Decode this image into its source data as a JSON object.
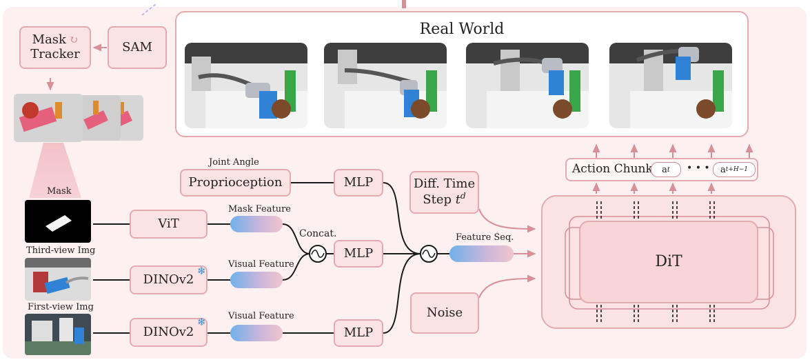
{
  "colors": {
    "panel": "#fdf0f0",
    "box_fill": "#fbe3e3",
    "box_border": "#e4aab0",
    "arrow": "#d98f97",
    "line": "#1a1a1a",
    "gradient_start": "#6fb1ea",
    "gradient_end": "#f2c4cc",
    "snowflake": "#3a8fd8"
  },
  "real_world": {
    "title": "Real World"
  },
  "sam": {
    "label": "SAM"
  },
  "mask_tracker": {
    "label_line1": "Mask",
    "label_line2": "Tracker",
    "icon": "refresh-icon"
  },
  "inputs": {
    "mask_label": "Mask",
    "third_view_label": "Third-view Img",
    "first_view_label": "First-view Img"
  },
  "encoders": {
    "vit": "ViT",
    "dino_top": "DINOv2",
    "dino_bottom": "DINOv2",
    "frozen_icon": "snowflake-icon"
  },
  "features": {
    "mask_feature": "Mask Feature",
    "visual_feature_top": "Visual Feature",
    "visual_feature_bottom": "Visual Feature",
    "concat": "Concat.",
    "feature_seq": "Feature Seq."
  },
  "proprioception": {
    "header": "Joint Angle",
    "label": "Proprioception"
  },
  "mlp": {
    "top": "MLP",
    "middle": "MLP",
    "bottom": "MLP"
  },
  "diff_time": {
    "line1": "Diff. Time",
    "line2": "Step",
    "symbol": "t",
    "superscript": "d"
  },
  "noise": {
    "label": "Noise"
  },
  "dit": {
    "label": "DiT"
  },
  "action_chunk": {
    "label": "Action Chunk",
    "first_token": "a",
    "first_sub": "t",
    "ellipsis": "• • •",
    "last_token": "a",
    "last_sub": "t+H−1"
  }
}
